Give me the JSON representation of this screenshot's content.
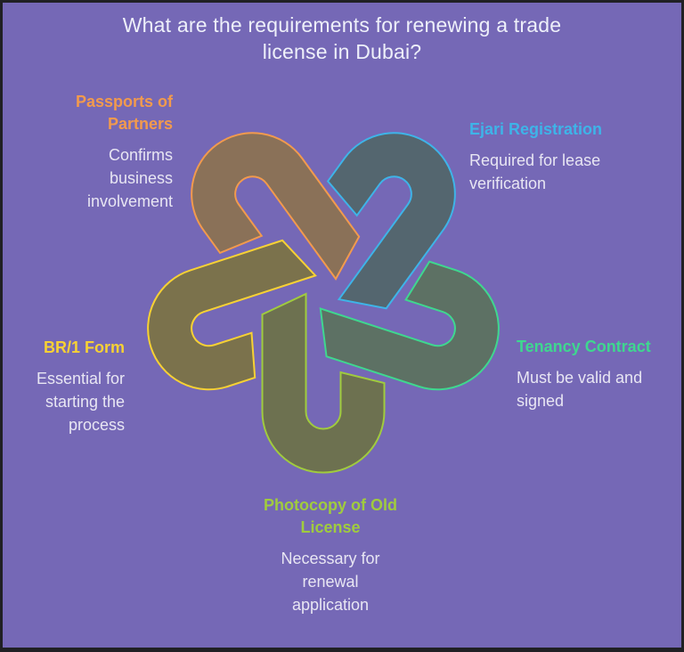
{
  "title": "What are the requirements for renewing a trade license in Dubai?",
  "colors": {
    "background": "#7568b6",
    "frame": "#202024",
    "title_text": "#eef0fa",
    "body_text": "#e8e6f3"
  },
  "items": [
    {
      "id": "passports",
      "heading": "Passports of Partners",
      "description": "Confirms business involvement",
      "color": "#f29a4d",
      "fill": "#8a7158"
    },
    {
      "id": "ejari",
      "heading": "Ejari Registration",
      "description": "Required for lease verification",
      "color": "#3eb4e8",
      "fill": "#54666f"
    },
    {
      "id": "tenancy",
      "heading": "Tenancy Contract",
      "description": "Must be valid and signed",
      "color": "#3fd78f",
      "fill": "#5d7164"
    },
    {
      "id": "photocopy",
      "heading": "Photocopy of Old License",
      "description": "Necessary for renewal application",
      "color": "#a0cb3e",
      "fill": "#6d7150"
    },
    {
      "id": "br1",
      "heading": "BR/1 Form",
      "description": "Essential for starting the process",
      "color": "#f7d134",
      "fill": "#7b724c"
    }
  ]
}
